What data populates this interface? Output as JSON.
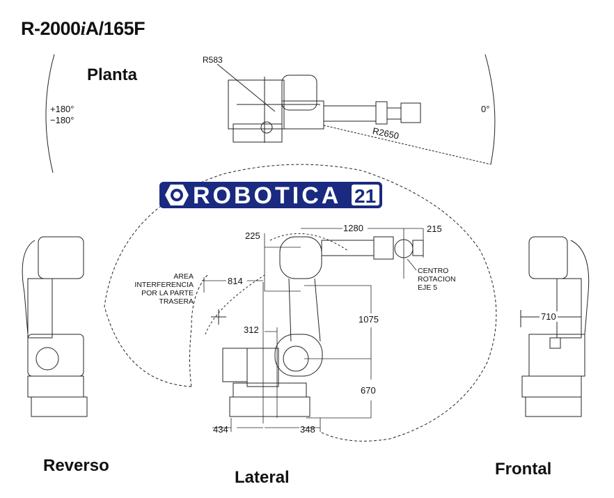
{
  "title": "R-2000iA/165F",
  "title_parts": {
    "prefix": "R-2000",
    "italic": "i",
    "suffix": "A/165F"
  },
  "views": {
    "planta": "Planta",
    "reverso": "Reverso",
    "lateral": "Lateral",
    "frontal": "Frontal"
  },
  "planta": {
    "r_small": "R583",
    "r_large": "R2650",
    "angle_pos": "+180°",
    "angle_neg": "−180°",
    "angle_zero": "0°"
  },
  "logo": {
    "text": "ROBOTICA",
    "number": "21",
    "color": "#1a2a80"
  },
  "lateral": {
    "d1280": "1280",
    "d215": "215",
    "d225": "225",
    "d814": "814",
    "d312": "312",
    "d1075": "1075",
    "d670": "670",
    "d434": "434",
    "d348": "348",
    "area_note": [
      "AREA",
      "INTERFERENCIA",
      "POR LA PARTE",
      "TRASERA"
    ],
    "center_note": [
      "CENTRO",
      "ROTACION",
      "EJE 5"
    ]
  },
  "frontal": {
    "d710": "710"
  }
}
